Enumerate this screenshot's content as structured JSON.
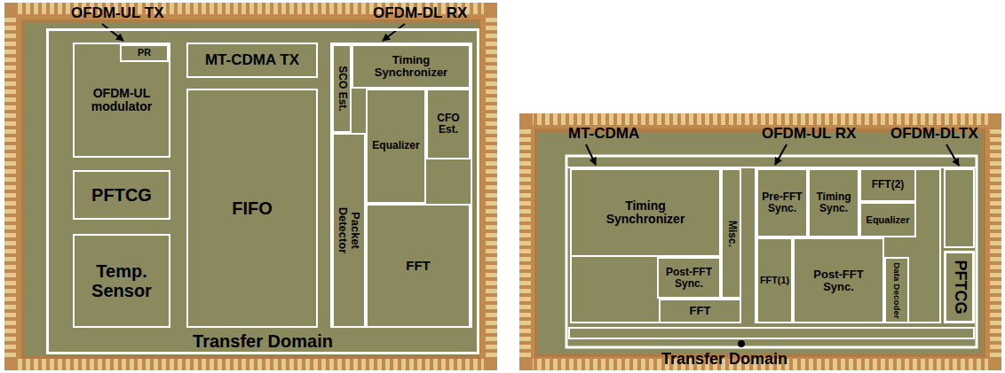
{
  "diagram": {
    "nodes": [
      {
        "text": [
          "Transfer Domain"
        ]
      },
      {
        "text": [
          "OFDM-UL modulator"
        ],
        "in": 0
      },
      {
        "text": [
          "PR"
        ],
        "in": 1
      },
      {
        "text": [
          "MT-CDMA TX"
        ],
        "in": 0
      },
      {
        "text": [
          "PFTCG"
        ],
        "in": 0
      },
      {
        "text": [
          "FIFO"
        ],
        "in": 0
      },
      {
        "text": [
          "Temp. Sensor"
        ],
        "in": 0
      },
      {
        "text": [
          "OFDM-DL RX"
        ],
        "in": 0
      },
      {
        "text": [
          "SCO Est."
        ],
        "in": 7
      },
      {
        "text": [
          "Timing Synchronizer"
        ],
        "in": 7
      },
      {
        "text": [
          "Equalizer"
        ],
        "in": 7
      },
      {
        "text": [
          "CFO Est."
        ],
        "in": 7
      },
      {
        "text": [
          "Packet Detector"
        ],
        "in": 7
      },
      {
        "text": [
          "FFT"
        ],
        "in": 7
      },
      {
        "text": [
          "MT-CDMA"
        ]
      },
      {
        "text": [
          "Timing Synchronizer"
        ],
        "in": 14
      },
      {
        "text": [
          "Post-FFT Sync."
        ],
        "in": 14
      },
      {
        "text": [
          "FFT"
        ],
        "in": 14
      },
      {
        "text": [
          "Misc."
        ],
        "in": 14
      },
      {
        "text": [
          "OFDM-UL RX"
        ]
      },
      {
        "text": [
          "Pre-FFT Sync."
        ],
        "in": 19
      },
      {
        "text": [
          "Timing Sync."
        ],
        "in": 19
      },
      {
        "text": [
          "FFT(2)"
        ],
        "in": 19
      },
      {
        "text": [
          "Equalizer"
        ],
        "in": 19
      },
      {
        "text": [
          "FFT(1)"
        ],
        "in": 19
      },
      {
        "text": [
          "Post-FFT Sync."
        ],
        "in": 19
      },
      {
        "text": [
          "Data Decoder"
        ],
        "in": 19
      },
      {
        "text": [
          "OFDM-DLTX"
        ]
      },
      {
        "text": [
          "PFTCG"
        ]
      },
      {
        "text": [
          "Transfer Domain"
        ]
      }
    ],
    "labels": [
      "OFDM-UL TX"
    ]
  }
}
